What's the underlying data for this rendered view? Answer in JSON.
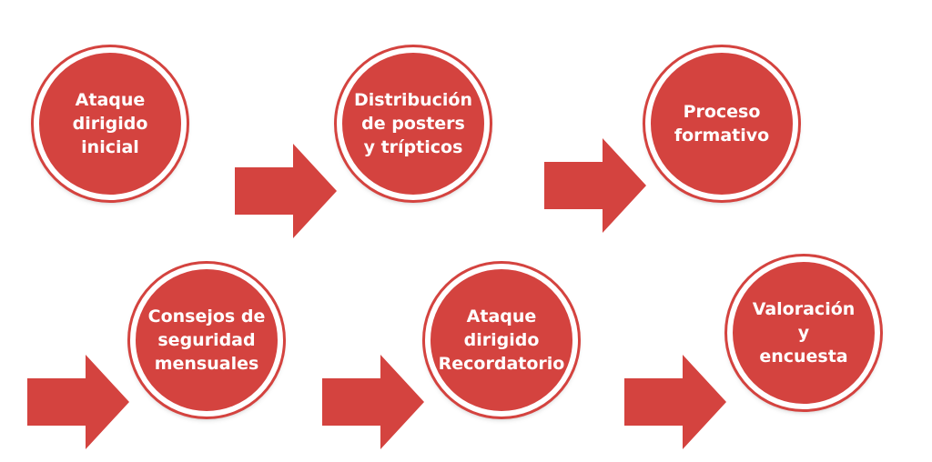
{
  "colors": {
    "fill": "#d4433f",
    "ring": "#ffffff",
    "text": "#ffffff"
  },
  "steps": [
    {
      "label": "Ataque\ndirigido\ninicial"
    },
    {
      "label": "Distribución\nde posters\ny trípticos"
    },
    {
      "label": "Proceso\nformativo"
    },
    {
      "label": "Consejos de\nseguridad\nmensuales"
    },
    {
      "label": "Ataque\ndirigido\nRecordatorio"
    },
    {
      "label": "Valoración\ny\nencuesta"
    }
  ]
}
